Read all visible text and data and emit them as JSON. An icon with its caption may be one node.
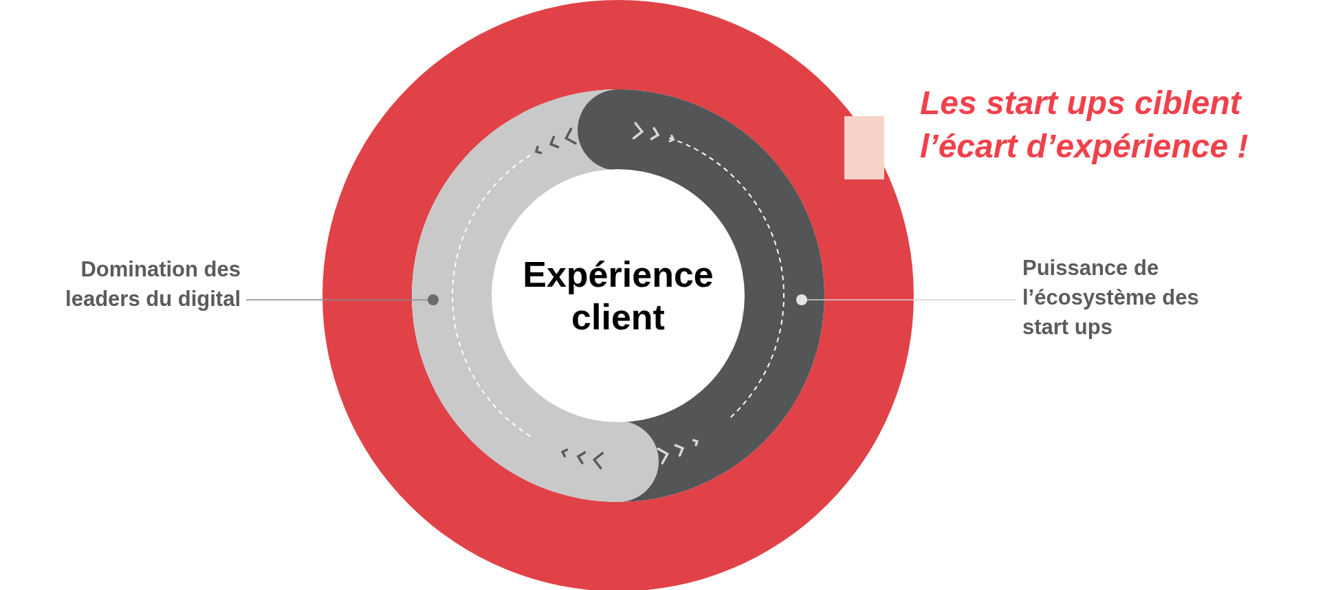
{
  "diagram": {
    "title": "Les start ups ciblent l’écart d’expérience !",
    "nodes": [
      {
        "text": [],
        "shape": "ring"
      },
      {
        "text": [
          "Domination des leaders du digital"
        ]
      },
      {
        "text": [],
        "shape": "arc",
        "in": 0
      },
      {
        "text": [],
        "shape": "arc",
        "in": 0
      },
      {
        "text": [
          "Expérience client"
        ],
        "in": 0
      },
      {
        "text": [
          "Puissance de l’écosystème des start ups"
        ]
      }
    ],
    "edges": [
      {
        "from": 1,
        "to": 2,
        "arrow": "other"
      },
      {
        "from": 5,
        "to": 3,
        "arrow": "other"
      }
    ]
  }
}
